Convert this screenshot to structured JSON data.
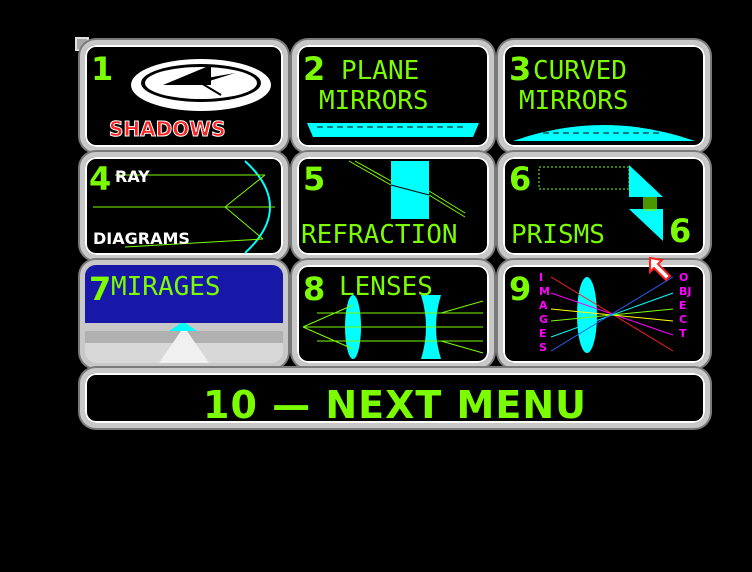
{
  "menu": {
    "tiles": [
      {
        "number": "1",
        "title": "SHADOWS"
      },
      {
        "number": "2",
        "title_line1": "PLANE",
        "title_line2": "MIRRORS"
      },
      {
        "number": "3",
        "title_line1": "CURVED",
        "title_line2": "MIRRORS"
      },
      {
        "number": "4",
        "title_line1": "RAY",
        "title_line2": "DIAGRAMS"
      },
      {
        "number": "5",
        "title": "REFRACTION"
      },
      {
        "number": "6",
        "title": "PRISMS",
        "number_repeat": "6"
      },
      {
        "number": "7",
        "title": "MIRAGES"
      },
      {
        "number": "8",
        "title": "LENSES"
      },
      {
        "number": "9",
        "title_vertical_left": "IMAGES",
        "title_vertical_right": "OBJECT"
      }
    ],
    "next": {
      "label": "10 — NEXT MENU"
    }
  },
  "colors": {
    "accent": "#7CFC00",
    "cyan": "#00FFFF",
    "red": "#FF2020",
    "frame": "#C8C8C8"
  }
}
